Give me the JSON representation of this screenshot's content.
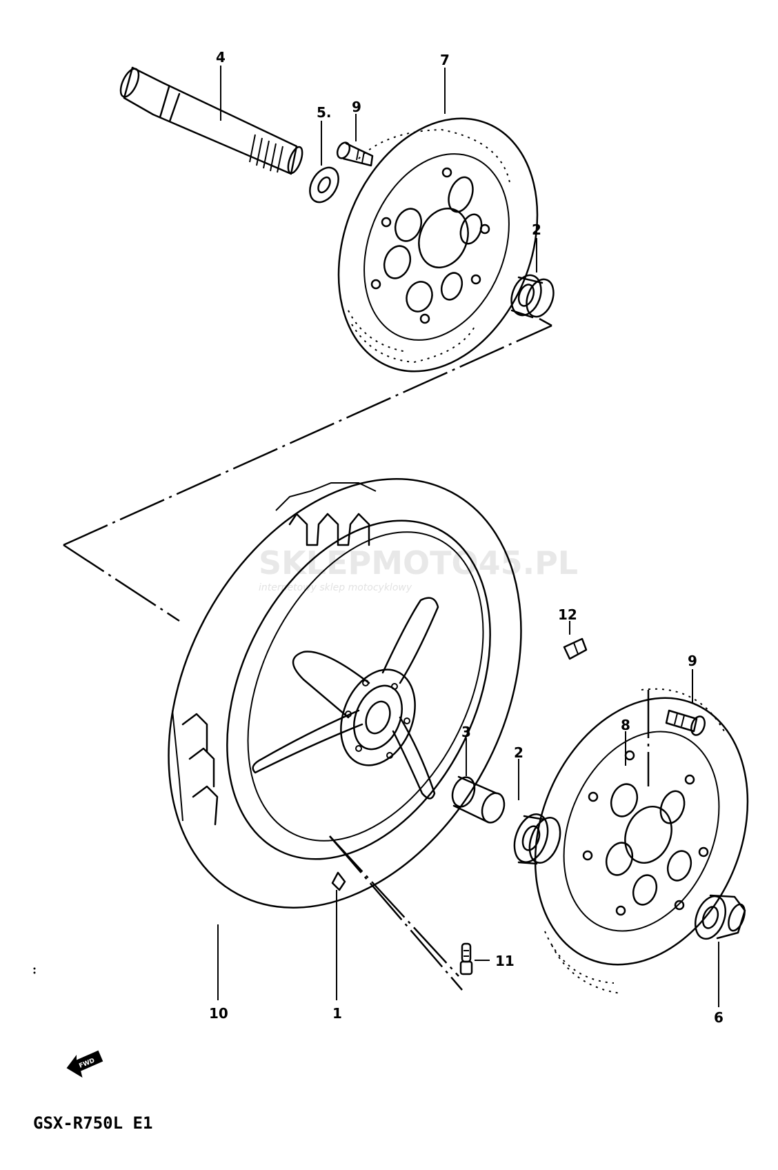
{
  "model_code": "GSX-R750L  E1",
  "watermark": {
    "main": "SKLEPMOTO45.PL",
    "sub": "internetowy sklep motocyklowy"
  },
  "fwd_label": "FWD",
  "callouts": {
    "p1": "1",
    "p2a": "2",
    "p2b": "2",
    "p3": "3",
    "p4": "4",
    "p5": "5.",
    "p6": "6",
    "p7": "7",
    "p8": "8",
    "p9a": "9",
    "p9b": "9",
    "p10": "10",
    "p11": "11",
    "p12": "12"
  }
}
